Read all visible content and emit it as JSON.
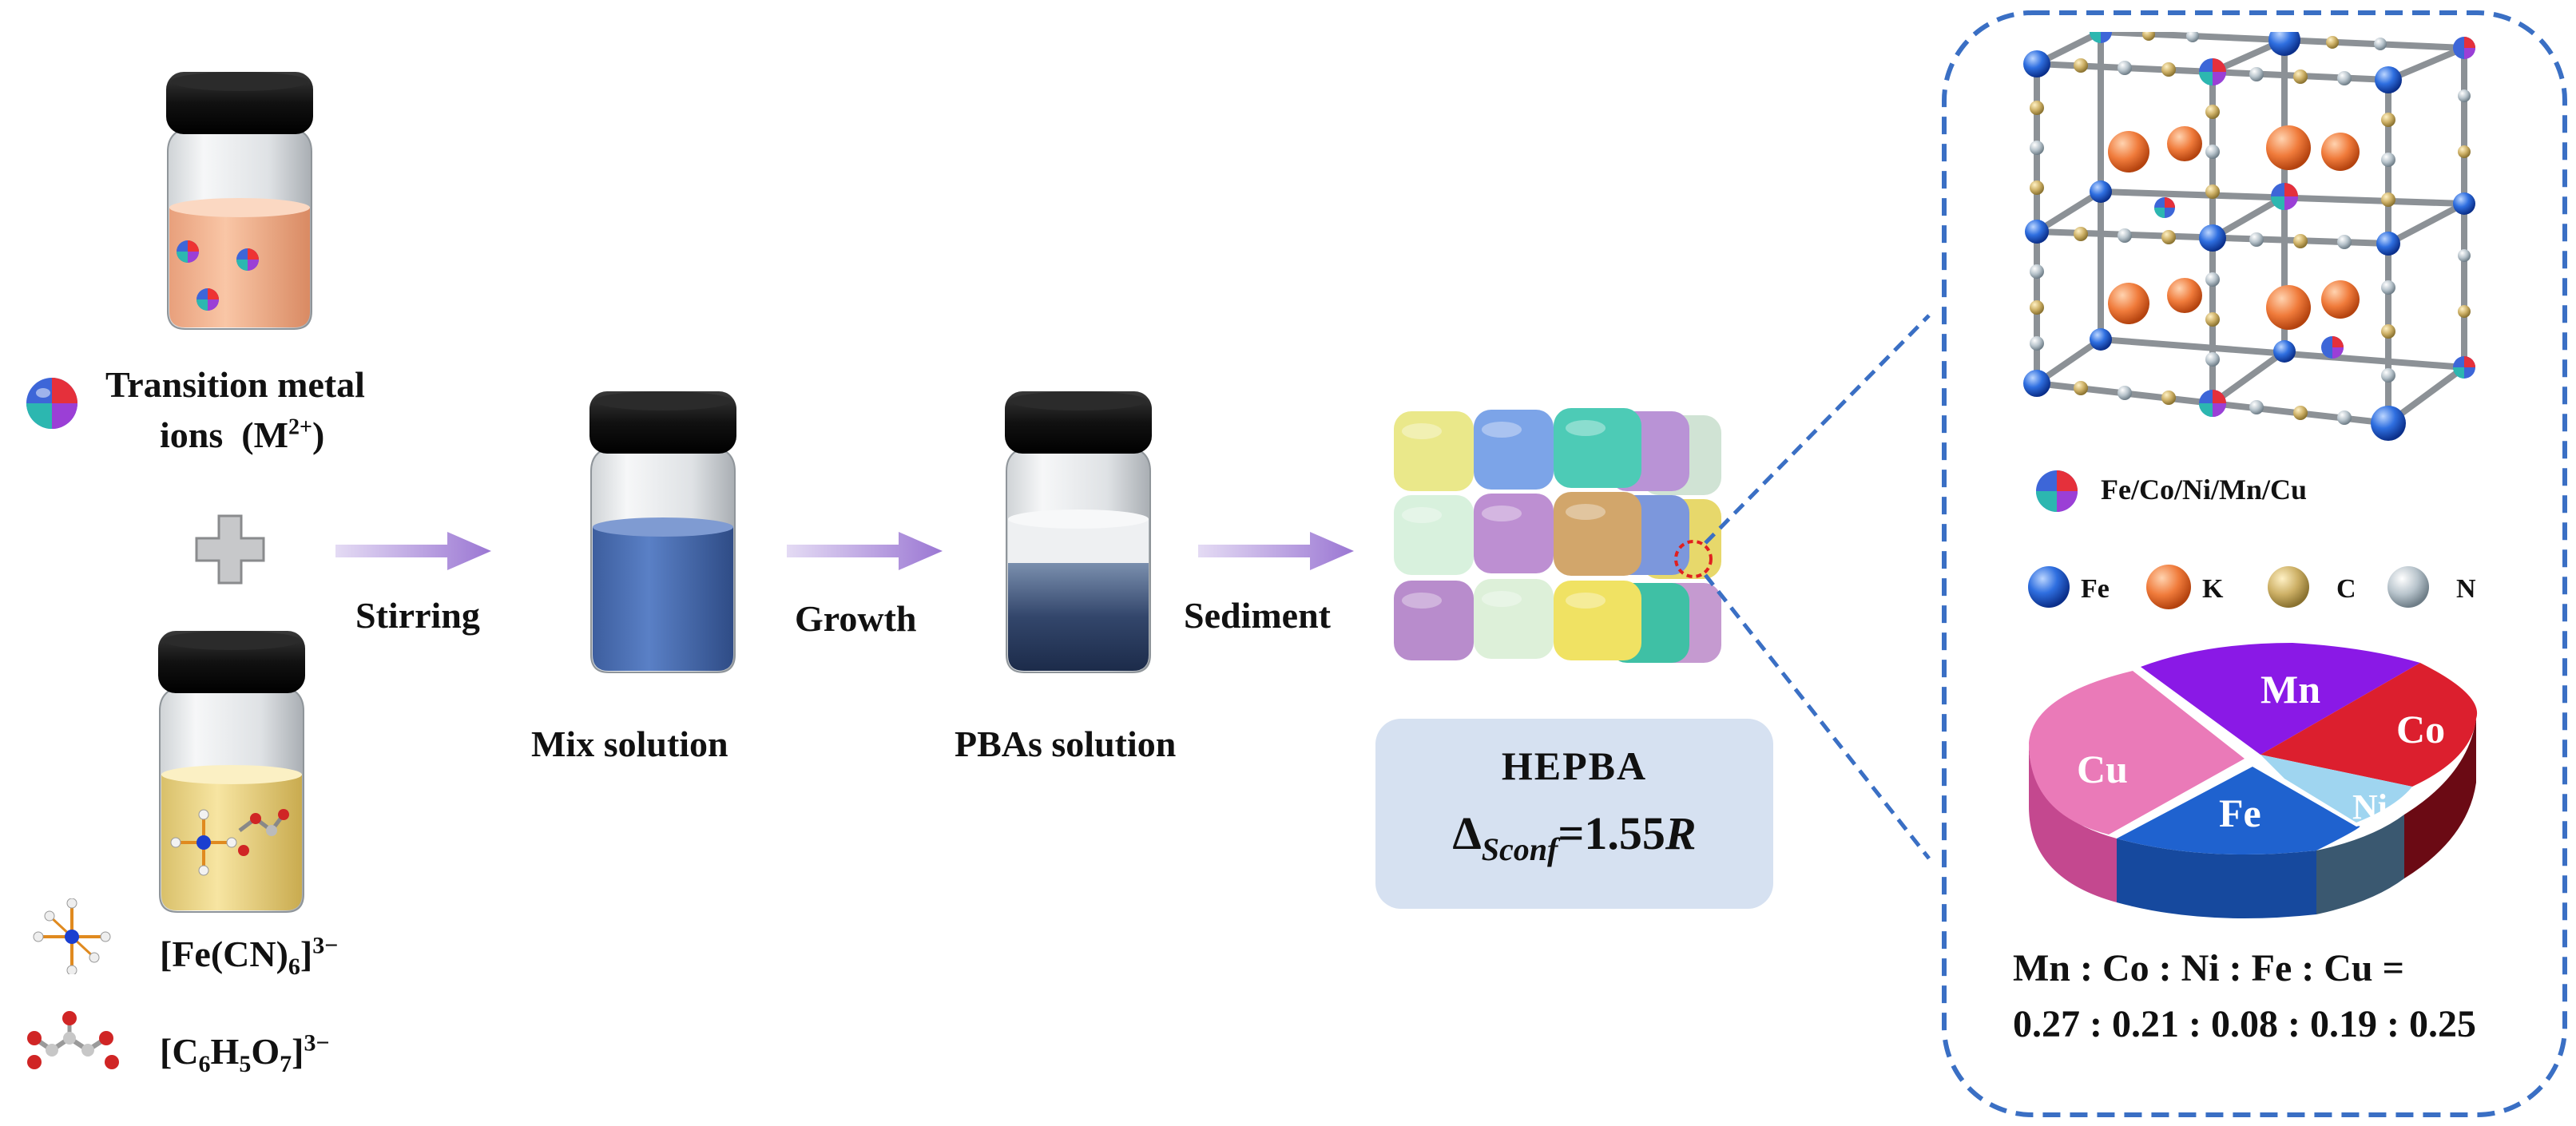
{
  "precursors": {
    "metal_ions": "Transition metal",
    "metal_ions_2": "ions",
    "metal_ions_formula": "(M",
    "metal_ions_charge": "2+",
    "ferricyanide": "[Fe(CN)",
    "ferricyanide_sub": "6",
    "ferricyanide_charge": "3−",
    "citrate_a": "[C",
    "citrate_a_sub": "6",
    "citrate_b": "H",
    "citrate_b_sub": "5",
    "citrate_c": "O",
    "citrate_c_sub": "7",
    "citrate_charge": "3−"
  },
  "steps": {
    "stirring": "Stirring",
    "growth": "Growth",
    "sediment": "Sediment"
  },
  "solutions": {
    "mix": "Mix solution",
    "pbas": "PBAs solution"
  },
  "hepba": {
    "title": "HEPBA",
    "delta": "Δ",
    "subscript": "Sconf",
    "value": "=1.55",
    "unit": "R"
  },
  "legend": {
    "mixed": "Fe/Co/Ni/Mn/Cu",
    "atoms": [
      "Fe",
      "K",
      "C",
      "N"
    ]
  },
  "pie": {
    "labels": [
      "Mn",
      "Co",
      "Ni",
      "Fe",
      "Cu"
    ],
    "ratio_line1": "Mn : Co : Ni : Fe : Cu =",
    "ratio_line2": "0.27 : 0.21 : 0.08 : 0.19 : 0.25"
  },
  "colors": {
    "arrow": "#a98ad8",
    "dashed_border": "#3a6fc4",
    "hepba_box": "#d6e1f1",
    "pie_mn": "#8a19e6",
    "pie_co": "#dc1f2e",
    "pie_ni": "#9fd5f0",
    "pie_fe": "#1f62cf",
    "pie_cu": "#ea7ab8"
  }
}
